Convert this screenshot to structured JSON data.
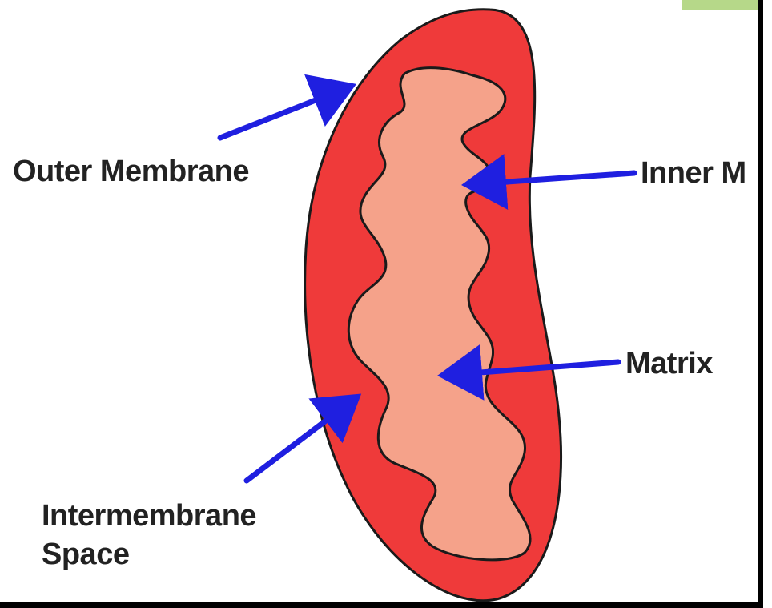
{
  "labels": {
    "outer_membrane": "Outer Membrane",
    "inner_membrane": "Inner M",
    "matrix": "Matrix",
    "intermembrane_line1": "Intermembrane",
    "intermembrane_line2": "Space"
  },
  "colors": {
    "outer_membrane_fill": "#ef3a3a",
    "matrix_fill": "#f5a28a",
    "arrow": "#1f1fe0",
    "outline": "#1a1a1a",
    "corner_tab": "#b6d889"
  }
}
